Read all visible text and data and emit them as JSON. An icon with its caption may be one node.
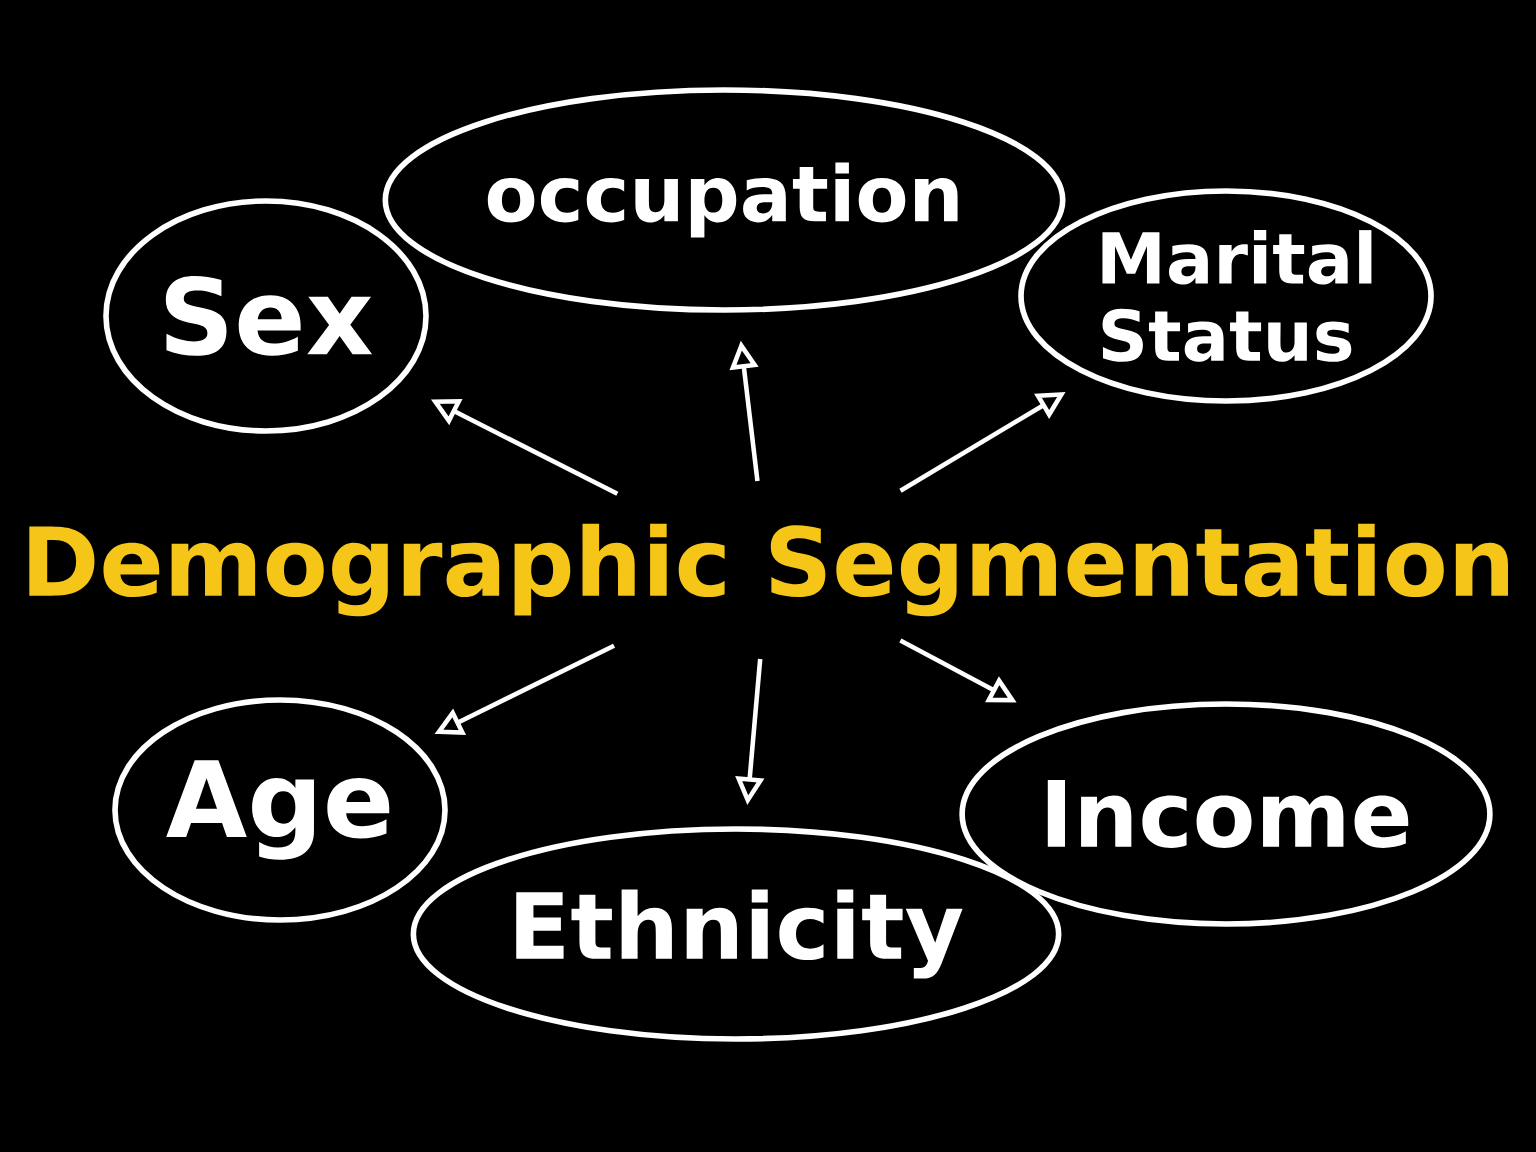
{
  "diagram": {
    "nodes": [
      {
        "text": [
          "Demographic Segmentation"
        ]
      },
      {
        "text": [
          "Sex"
        ]
      },
      {
        "text": [
          "occupation"
        ]
      },
      {
        "text": [
          "Marital Status"
        ]
      },
      {
        "text": [
          "Age"
        ]
      },
      {
        "text": [
          "Ethnicity"
        ]
      },
      {
        "text": [
          "Income"
        ]
      }
    ],
    "edges": [
      {
        "from": 0,
        "to": 1,
        "arrow": "to"
      },
      {
        "from": 0,
        "to": 2,
        "arrow": "to"
      },
      {
        "from": 0,
        "to": 3,
        "arrow": "to"
      },
      {
        "from": 0,
        "to": 4,
        "arrow": "to"
      },
      {
        "from": 0,
        "to": 5,
        "arrow": "to"
      },
      {
        "from": 0,
        "to": 6,
        "arrow": "to"
      }
    ]
  }
}
